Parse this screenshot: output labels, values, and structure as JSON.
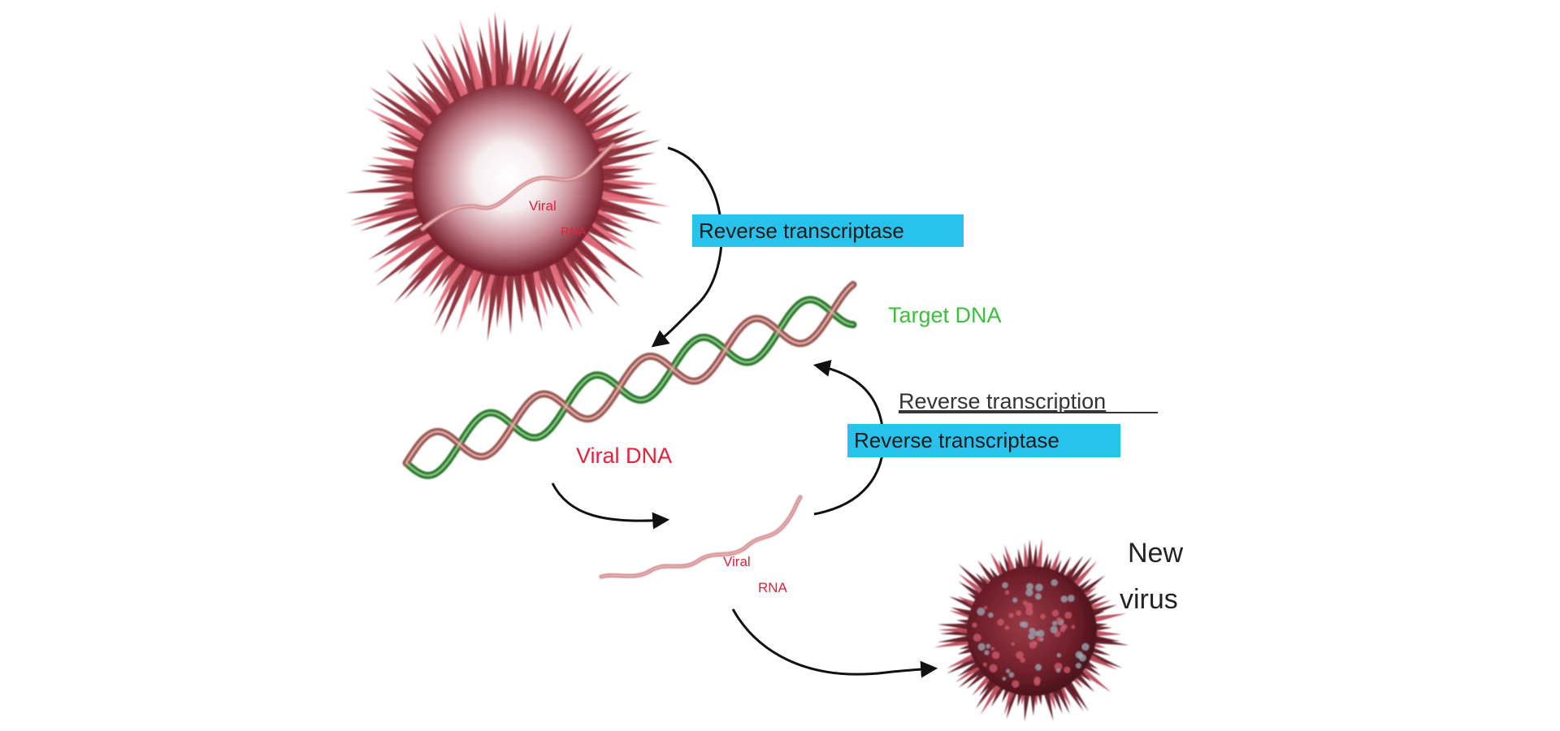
{
  "labels": {
    "viral_rna_top_line1": "Viral",
    "viral_rna_top_line2": "RNA",
    "reverse_transcriptase_top": "Reverse transcriptase",
    "target_dna": "Target DNA",
    "reverse_transcription": "Reverse transcription",
    "reverse_transcriptase_bottom": "Reverse transcriptase",
    "viral_dna": "Viral DNA",
    "viral_rna_bottom_line1": "Viral",
    "viral_rna_bottom_line2": "RNA",
    "new_virus_line1": "New",
    "new_virus_line2": "virus"
  },
  "colors": {
    "virus_spike": "#8a2a36",
    "virus_spike_light": "#e26a7a",
    "viral_rna": "#d9787a",
    "viral_text": "#e0233a",
    "target_dna": "#2f8a2f",
    "target_text": "#3cbf3c",
    "highlight": "#27c3ec",
    "arrow": "#111111"
  },
  "icons": [
    "large-virus-icon",
    "small-virus-icon",
    "dna-helix-icon",
    "rna-strand-icon"
  ]
}
